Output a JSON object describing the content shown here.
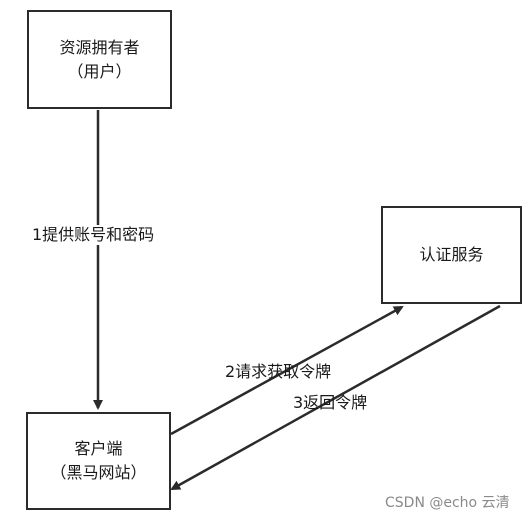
{
  "nodes": {
    "owner": {
      "line1": "资源拥有者",
      "line2": "（用户）"
    },
    "auth": {
      "line1": "认证服务"
    },
    "client": {
      "line1": "客户端",
      "line2": "（黑马网站）"
    }
  },
  "edges": {
    "step1": "1提供账号和密码",
    "step2": "2请求获取令牌",
    "step3": "3返回令牌"
  },
  "watermark": "CSDN @echo 云清"
}
